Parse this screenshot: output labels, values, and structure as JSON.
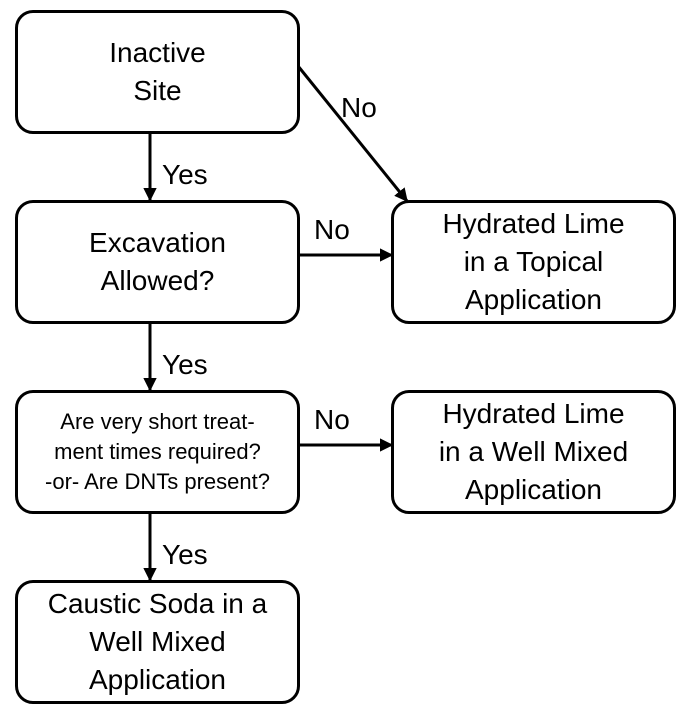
{
  "nodes": {
    "inactive_site": {
      "lines": [
        "Inactive",
        "Site"
      ]
    },
    "excavation": {
      "lines": [
        "Excavation",
        "Allowed?"
      ]
    },
    "short_times": {
      "lines": [
        "Are very short treat-",
        "ment times required?",
        "-or- Are DNTs present?"
      ]
    },
    "caustic_soda": {
      "lines": [
        "Caustic Soda in a",
        "Well Mixed",
        "Application"
      ]
    },
    "topical": {
      "lines": [
        "Hydrated Lime",
        "in a Topical",
        "Application"
      ]
    },
    "well_mixed": {
      "lines": [
        "Hydrated Lime",
        "in a Well Mixed",
        "Application"
      ]
    }
  },
  "edges": {
    "site_no": "No",
    "site_yes": "Yes",
    "excavation_no": "No",
    "excavation_yes": "Yes",
    "short_no": "No",
    "short_yes": "Yes"
  }
}
